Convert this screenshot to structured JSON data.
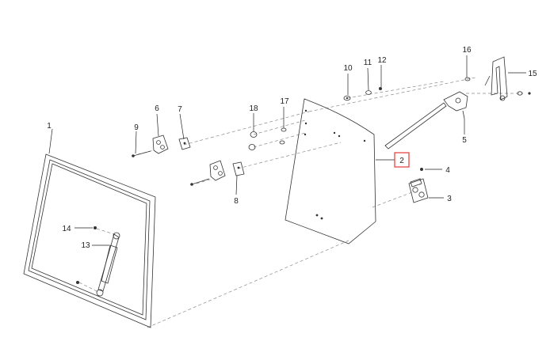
{
  "callouts": [
    {
      "id": "1",
      "label": "1"
    },
    {
      "id": "2",
      "label": "2",
      "highlighted": true
    },
    {
      "id": "3",
      "label": "3"
    },
    {
      "id": "4",
      "label": "4"
    },
    {
      "id": "5",
      "label": "5"
    },
    {
      "id": "6",
      "label": "6"
    },
    {
      "id": "7",
      "label": "7"
    },
    {
      "id": "8",
      "label": "8"
    },
    {
      "id": "9",
      "label": "9"
    },
    {
      "id": "10",
      "label": "10"
    },
    {
      "id": "11",
      "label": "11"
    },
    {
      "id": "12",
      "label": "12"
    },
    {
      "id": "13",
      "label": "13"
    },
    {
      "id": "14",
      "label": "14"
    },
    {
      "id": "15",
      "label": "15"
    },
    {
      "id": "16",
      "label": "16"
    },
    {
      "id": "17",
      "label": "17"
    },
    {
      "id": "18",
      "label": "18"
    }
  ],
  "colors": {
    "highlight": "#e53935",
    "line": "#333333",
    "dash": "#8a8a8a"
  }
}
